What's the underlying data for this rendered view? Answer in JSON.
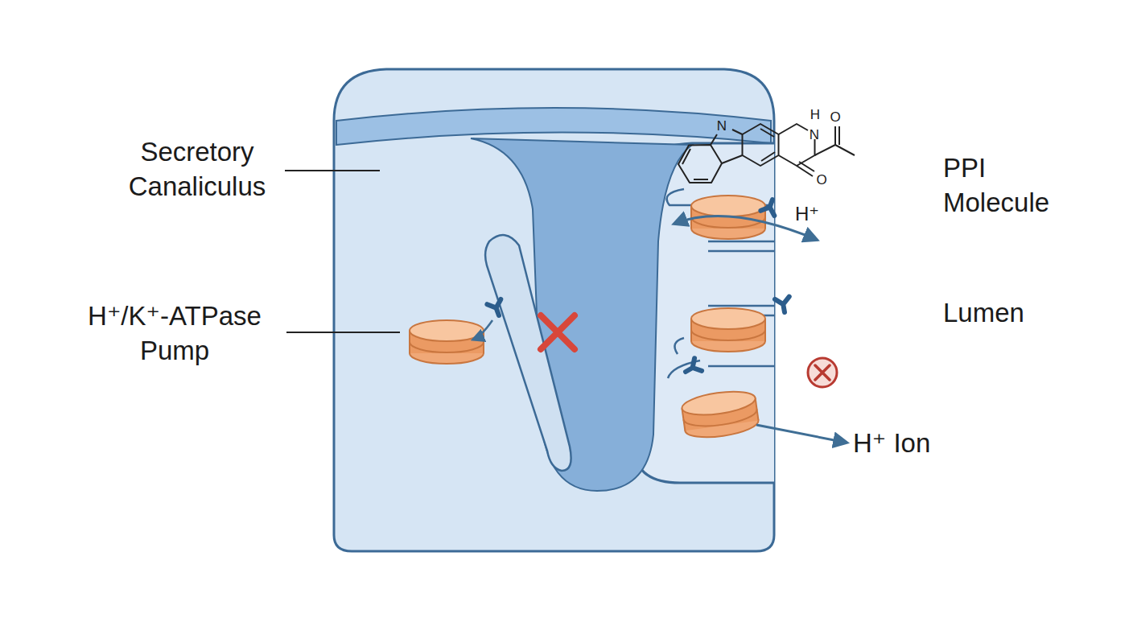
{
  "diagram": {
    "labels": [
      "Secretory Canaliculus",
      "H⁺/K⁺-ATPase Pump",
      "PPI Molecule",
      "N",
      "H",
      "N",
      "O",
      "O",
      "H⁺",
      "Lumen",
      "H⁺ Ion"
    ]
  }
}
